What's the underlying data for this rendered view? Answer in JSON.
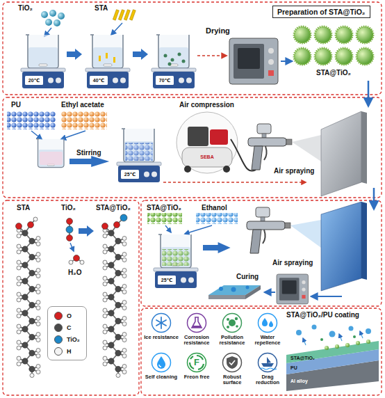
{
  "diagram": {
    "nodes": [
      {
        "text": [
          "Preparation of STA@TiO₂"
        ]
      },
      {
        "text": [
          "Ice resistance"
        ]
      },
      {
        "text": [
          "Corrosion resistance"
        ]
      },
      {
        "text": [
          "Pollution resistance"
        ]
      },
      {
        "text": [
          "Water repellence"
        ]
      },
      {
        "text": [
          "Self cleaning"
        ]
      },
      {
        "text": [
          "Freon free"
        ]
      },
      {
        "text": [
          "Robust surface"
        ]
      },
      {
        "text": [
          "Drag reduction"
        ]
      }
    ],
    "labels": [
      "TiO₂",
      "STA",
      "20℃",
      "40℃",
      "70℃",
      "Drying",
      "STA@TiO₂",
      "PU",
      "Ethyl acetate",
      "Stirring",
      "25℃",
      "Air compression",
      "SEBA",
      "Air spraying",
      "STA",
      "TiO₂",
      "STA@TiO₂",
      "H₂O",
      "STA@TiO₂",
      "Ethanol",
      "25℃",
      "Air spraying",
      "Curing",
      "F",
      "STA@TiO₂/PU coating",
      "STA@TiO₂",
      "PU",
      "Al alloy"
    ],
    "legend": [
      {
        "text": "O",
        "color": "#d42020"
      },
      {
        "text": "C",
        "color": "#4a4a4a"
      },
      {
        "text": "TiO₂",
        "color": "#1e88c8"
      },
      {
        "text": "H",
        "color": "#f4f4f4"
      }
    ]
  }
}
